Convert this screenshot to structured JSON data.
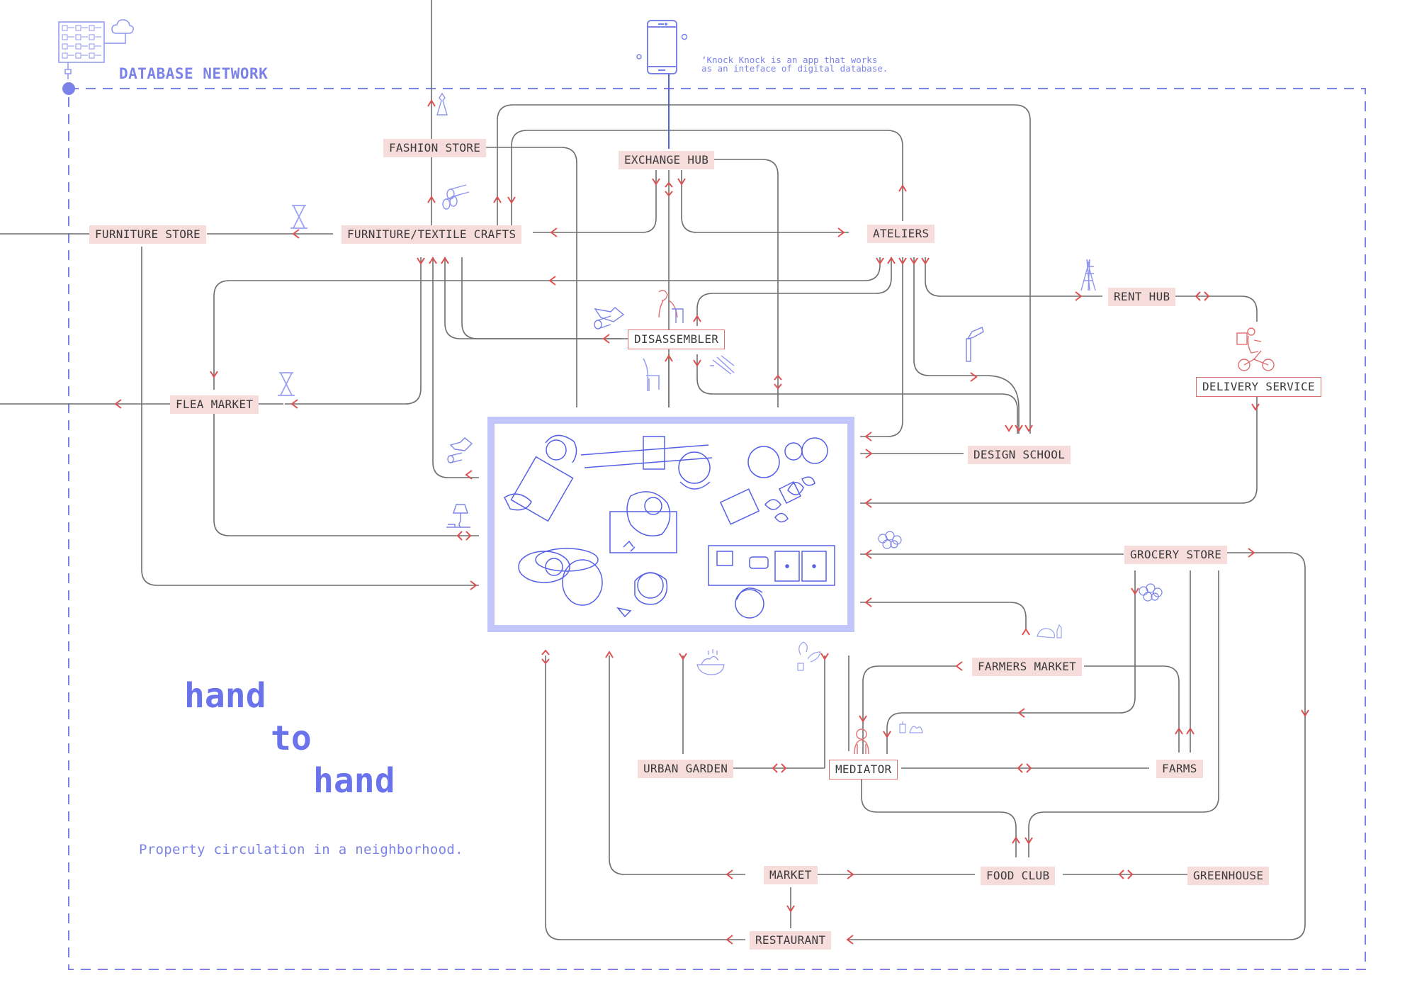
{
  "header": {
    "database_title": "DATABASE NETWORK",
    "app_note_line1": "‘Knock Knock is an app that works",
    "app_note_line2": "as an inteface of digital database."
  },
  "title": {
    "word1": "hand",
    "word2": "to",
    "word3": "hand",
    "subtitle": "Property circulation in a neighborhood."
  },
  "colors": {
    "accent_blue": "#7c83e8",
    "title_blue": "#6b73ec",
    "arrow_red": "#e05050",
    "line_gray": "#6e6e6e",
    "label_pink": "#f7dcdc",
    "hub_fill": "#c3c6fb"
  },
  "nodes": {
    "fashion_store": "FASHION STORE",
    "exchange_hub": "EXCHANGE HUB",
    "furniture_store": "FURNITURE STORE",
    "furniture_textile_crafts": "FURNITURE/TEXTILE CRAFTS",
    "ateliers": "ATELIERS",
    "rent_hub": "RENT HUB",
    "disassembler": "DISASSEMBLER",
    "delivery_service": "DELIVERY SERVICE",
    "flea_market": "FLEA MARKET",
    "design_school": "DESIGN SCHOOL",
    "grocery_store": "GROCERY STORE",
    "farmers_market": "FARMERS MARKET",
    "urban_garden": "URBAN GARDEN",
    "mediator": "MEDIATOR",
    "farms": "FARMS",
    "market": "MARKET",
    "food_club": "FOOD CLUB",
    "greenhouse": "GREENHOUSE",
    "restaurant": "RESTAURANT"
  },
  "icons": {
    "database": "database-server-icon",
    "cloud": "cloud-icon",
    "phone": "smartphone-icon",
    "central_hub": "workshop-illustration"
  }
}
